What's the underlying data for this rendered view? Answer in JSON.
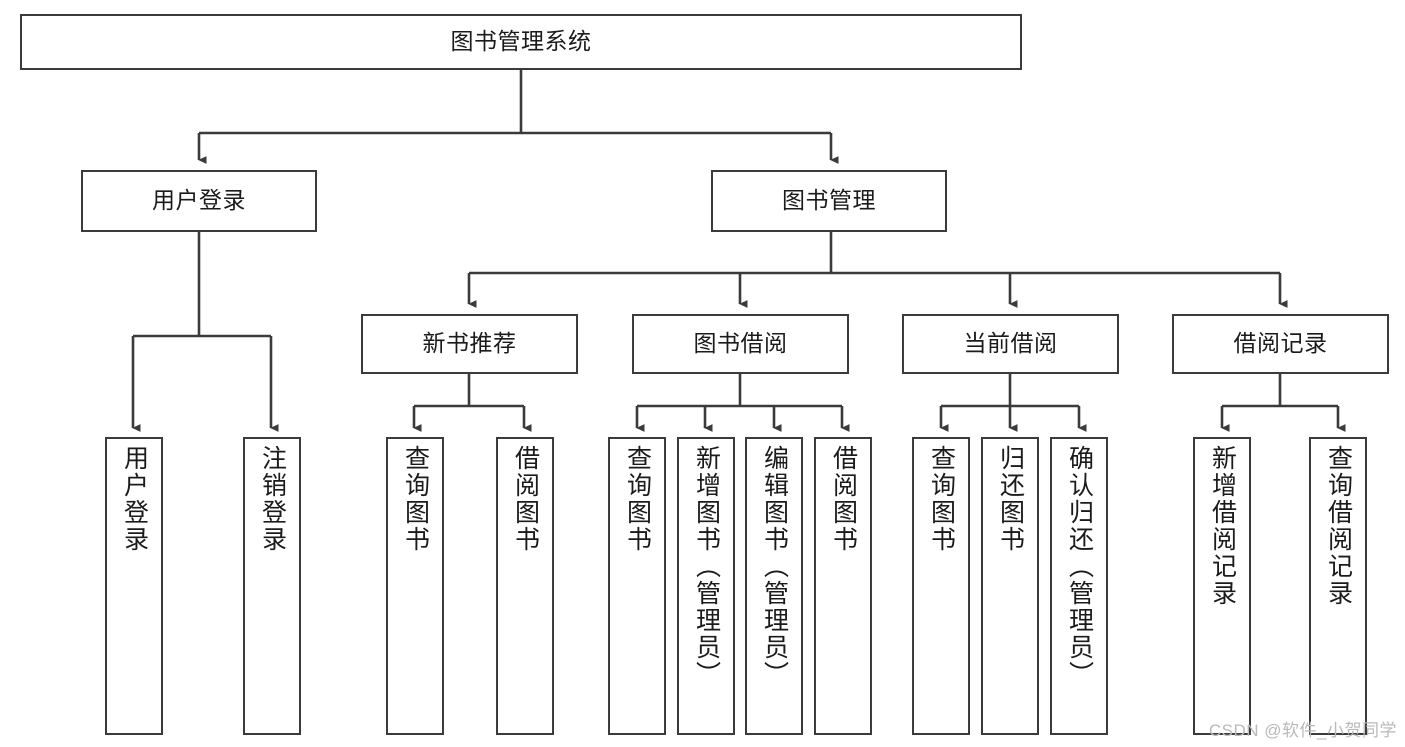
{
  "diagram": {
    "type": "tree-hierarchy",
    "title": "图书管理系统",
    "watermark": "CSDN @软件_小贺同学",
    "colors": {
      "box_border": "#3b3b3b",
      "box_fill": "#ffffff",
      "connector": "#3b3b3b",
      "text": "#1b1b1b",
      "watermark": "#b9b9b9"
    },
    "levels": {
      "root": {
        "label": "图书管理系统"
      },
      "level2": [
        {
          "id": "user-login",
          "label": "用户登录"
        },
        {
          "id": "book-management",
          "label": "图书管理"
        }
      ],
      "level3": [
        {
          "id": "new-book-recommend",
          "label": "新书推荐"
        },
        {
          "id": "book-borrow",
          "label": "图书借阅"
        },
        {
          "id": "current-borrow",
          "label": "当前借阅"
        },
        {
          "id": "borrow-record",
          "label": "借阅记录"
        }
      ],
      "leaves": {
        "user-login": [
          {
            "id": "leaf-user-login",
            "label": "用户登录"
          },
          {
            "id": "leaf-user-logout",
            "label": "注销登录"
          }
        ],
        "new-book-recommend": [
          {
            "id": "leaf-query-book-1",
            "label": "查询图书"
          },
          {
            "id": "leaf-borrow-book-1",
            "label": "借阅图书"
          }
        ],
        "book-borrow": [
          {
            "id": "leaf-query-book-2",
            "label": "查询图书"
          },
          {
            "id": "leaf-add-book",
            "label": "新增图书（管理员）"
          },
          {
            "id": "leaf-edit-book",
            "label": "编辑图书（管理员）"
          },
          {
            "id": "leaf-borrow-book-2",
            "label": "借阅图书"
          }
        ],
        "current-borrow": [
          {
            "id": "leaf-query-book-3",
            "label": "查询图书"
          },
          {
            "id": "leaf-return-book",
            "label": "归还图书"
          },
          {
            "id": "leaf-confirm-return",
            "label": "确认归还（管理员）"
          }
        ],
        "borrow-record": [
          {
            "id": "leaf-add-record",
            "label": "新增借阅记录"
          },
          {
            "id": "leaf-query-record",
            "label": "查询借阅记录"
          }
        ]
      }
    }
  }
}
